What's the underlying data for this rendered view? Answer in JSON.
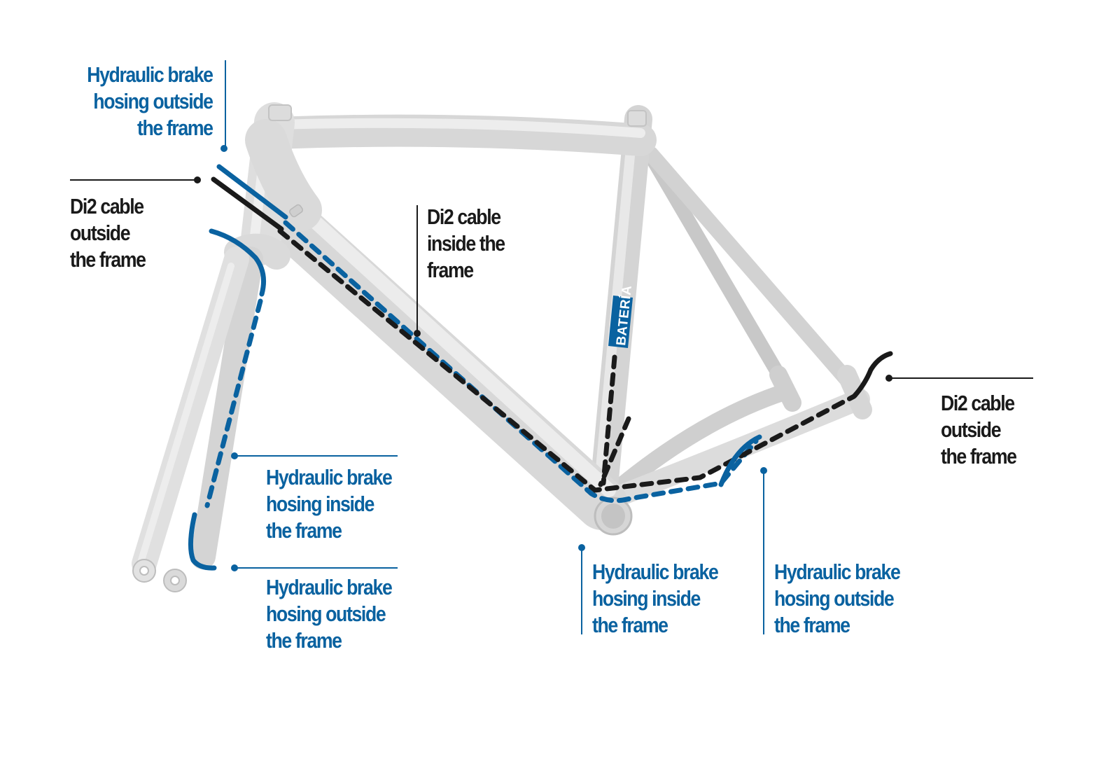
{
  "colors": {
    "brake_blue": "#0a62a0",
    "di2_black": "#1a1a1a",
    "frame_grey": "#e3e3e3",
    "frame_edge": "#c9c9c9"
  },
  "badge": {
    "text": "BATERÍA"
  },
  "labels": {
    "top_left_brake_outside": [
      "Hydraulic brake",
      "hosing outside",
      "the frame"
    ],
    "left_di2_outside": [
      "Di2 cable",
      "outside",
      "the frame"
    ],
    "center_di2_inside": [
      "Di2 cable",
      "inside the",
      "frame"
    ],
    "fork_brake_inside": [
      "Hydraulic brake",
      "hosing inside",
      "the frame"
    ],
    "fork_brake_outside": [
      "Hydraulic brake",
      "hosing outside",
      "the frame"
    ],
    "bottom_brake_inside": [
      "Hydraulic brake",
      "hosing inside",
      "the frame"
    ],
    "bottom_brake_outside": [
      "Hydraulic brake",
      "hosing outside",
      "the frame"
    ],
    "right_di2_outside": [
      "Di2 cable",
      "outside",
      "the frame"
    ]
  }
}
